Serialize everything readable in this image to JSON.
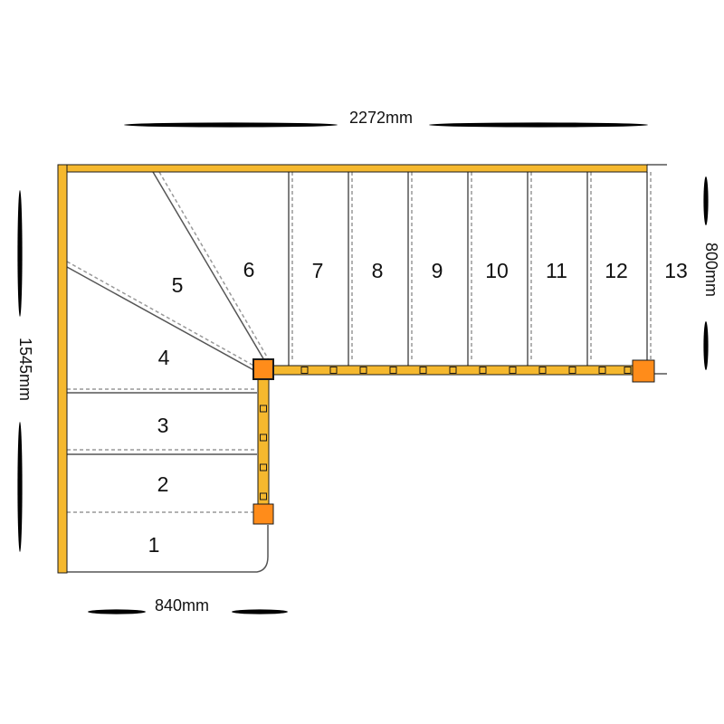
{
  "dimensions": {
    "total_length": "2272mm",
    "total_width": "1545mm",
    "upper_flight_width": "800mm",
    "lower_flight_width": "840mm"
  },
  "steps": [
    "1",
    "2",
    "3",
    "4",
    "5",
    "6",
    "7",
    "8",
    "9",
    "10",
    "11",
    "12",
    "13"
  ],
  "colors": {
    "stringer": "#f5b82e",
    "stringer_edge": "#1a1a1a",
    "newel_post": "#ff8c1a",
    "tread_line": "#555555",
    "nosing_dash": "#999999",
    "dimension_line": "#000000"
  }
}
